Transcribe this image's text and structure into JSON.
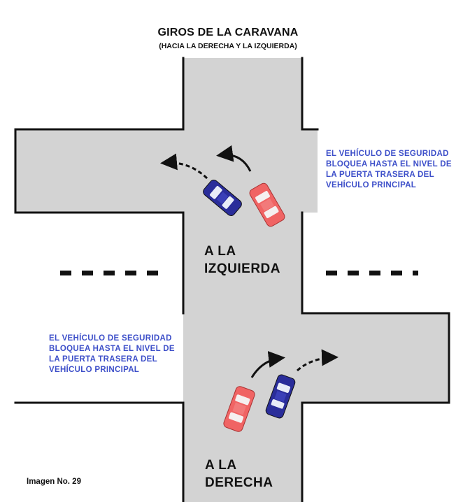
{
  "title": "GIROS DE LA CARAVANA",
  "subtitle": "(HACIA LA DERECHA Y LA IZQUIERDA)",
  "note_top": [
    "EL VEHÍCULO DE SEGURIDAD",
    "BLOQUEA HASTA EL NIVEL DE",
    "LA PUERTA TRASERA DEL",
    "VEHÍCULO PRINCIPAL"
  ],
  "note_bottom": [
    "EL VEHÍCULO DE SEGURIDAD",
    "BLOQUEA HASTA EL NIVEL DE",
    "LA PUERTA TRASERA DEL",
    "VEHÍCULO PRINCIPAL"
  ],
  "label_left": [
    "A LA",
    "IZQUIERDA"
  ],
  "label_right": [
    "A LA",
    "DERECHA"
  ],
  "caption": "Imagen No. 29",
  "colors": {
    "road": "#d3d3d3",
    "curb": "#111111",
    "note_text": "#3d4fc9",
    "security_car": "#2a2d9a",
    "principal_car": "#f06464"
  }
}
